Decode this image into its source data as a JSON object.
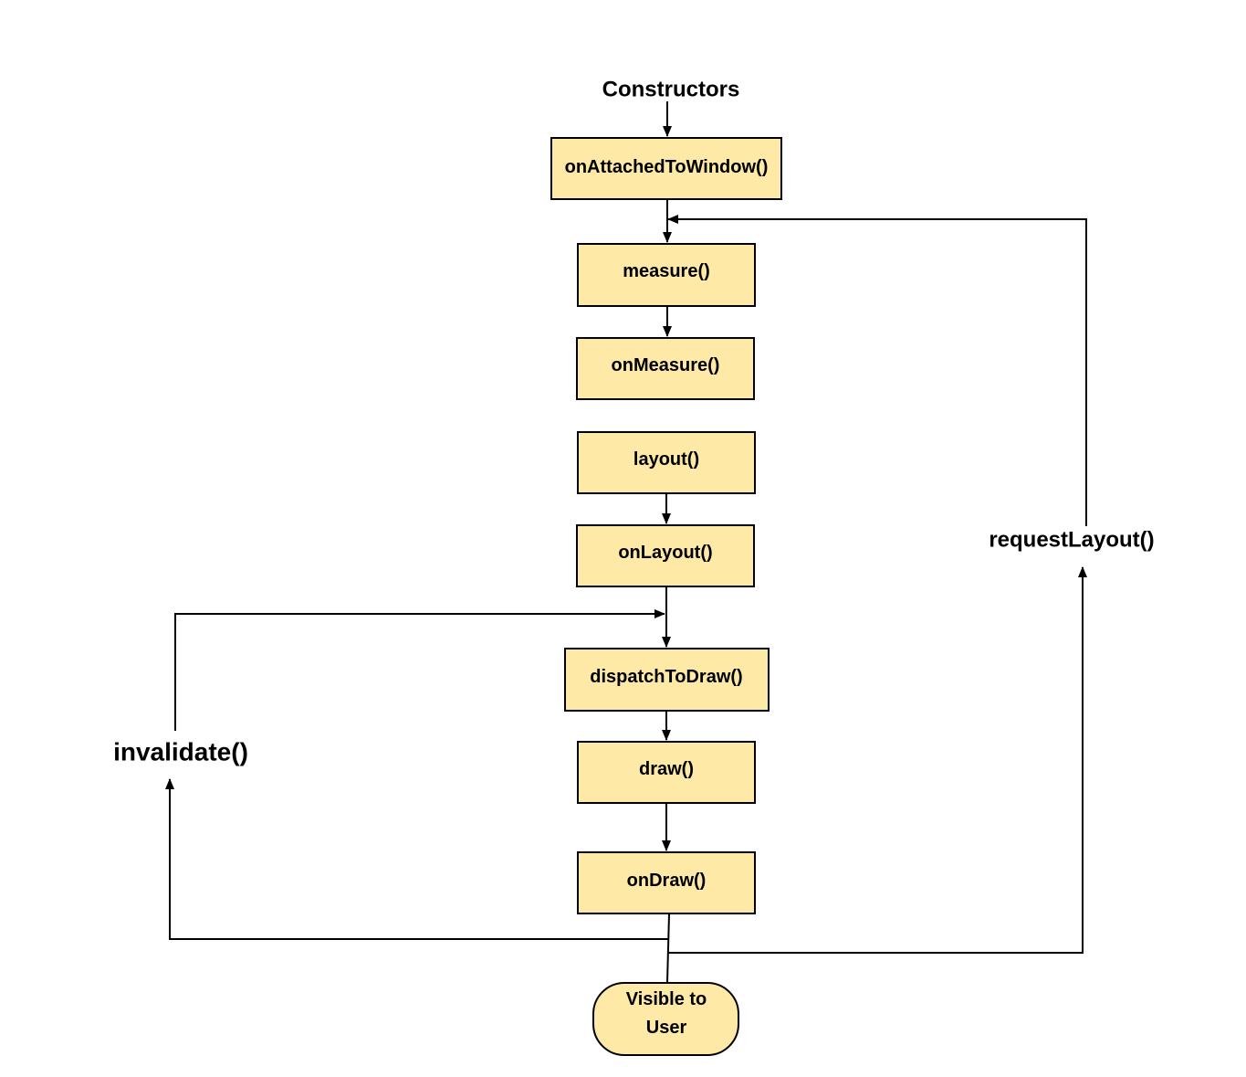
{
  "diagram": {
    "start_label": "Constructors",
    "nodes": {
      "on_attached": "onAttachedToWindow()",
      "measure": "measure()",
      "on_measure": "onMeasure()",
      "layout": "layout()",
      "on_layout": "onLayout()",
      "dispatch_draw": "dispatchToDraw()",
      "draw": "draw()",
      "on_draw": "onDraw()",
      "visible_line1": "Visible to",
      "visible_line2": "User"
    },
    "loops": {
      "request_layout": "requestLayout()",
      "invalidate": "invalidate()"
    },
    "colors": {
      "box_fill": "#fee9a6",
      "stroke": "#000000"
    }
  }
}
